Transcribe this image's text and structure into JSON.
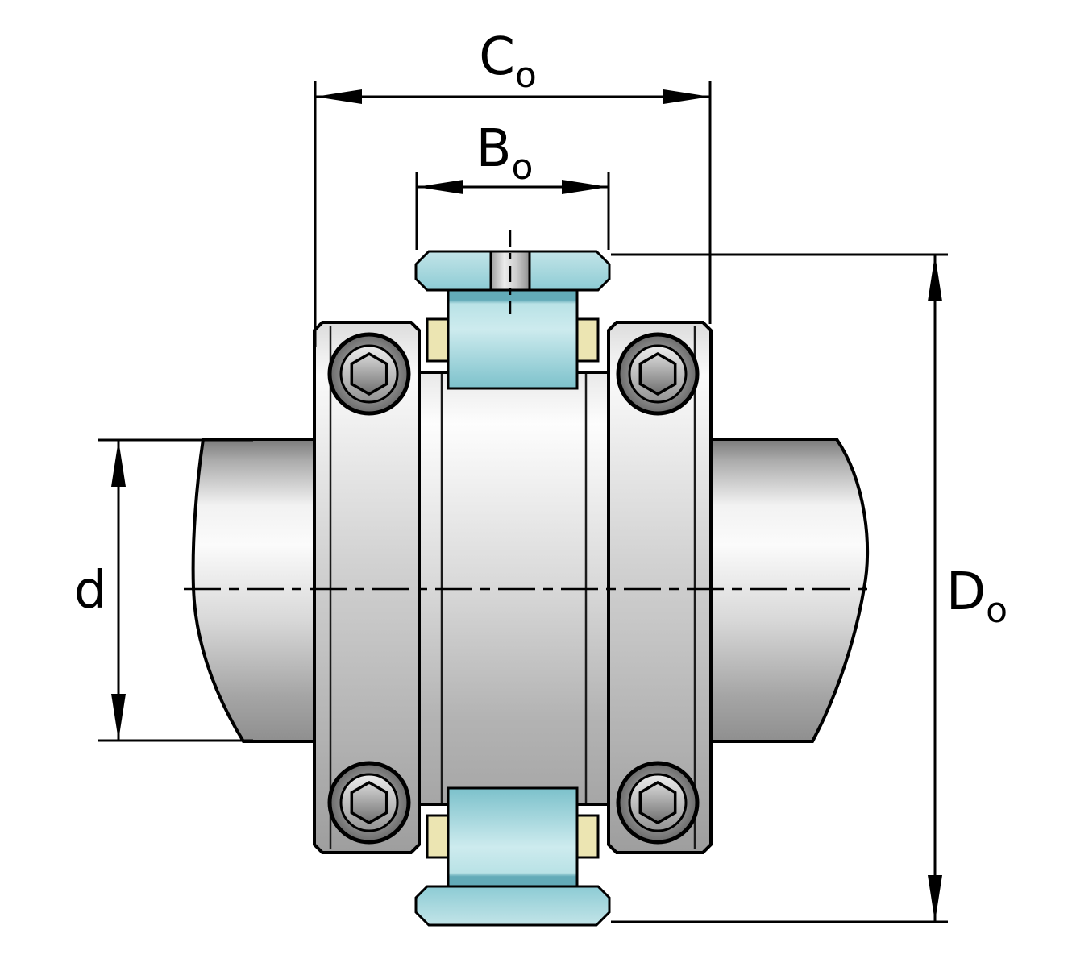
{
  "labels": {
    "outer_width": {
      "main": "C",
      "sub": "o"
    },
    "inner_width": {
      "main": "B",
      "sub": "o"
    },
    "shaft_diameter": {
      "main": "d",
      "sub": ""
    },
    "outer_diameter": {
      "main": "D",
      "sub": "o"
    }
  },
  "colors": {
    "teal": "#a9d8de",
    "teal_dark": "#63abb8",
    "brass": "#ece5b2",
    "line": "#000000",
    "metal_light": "#f5f5f5",
    "metal_dark": "#8f8f8f",
    "background": "#ffffff"
  }
}
